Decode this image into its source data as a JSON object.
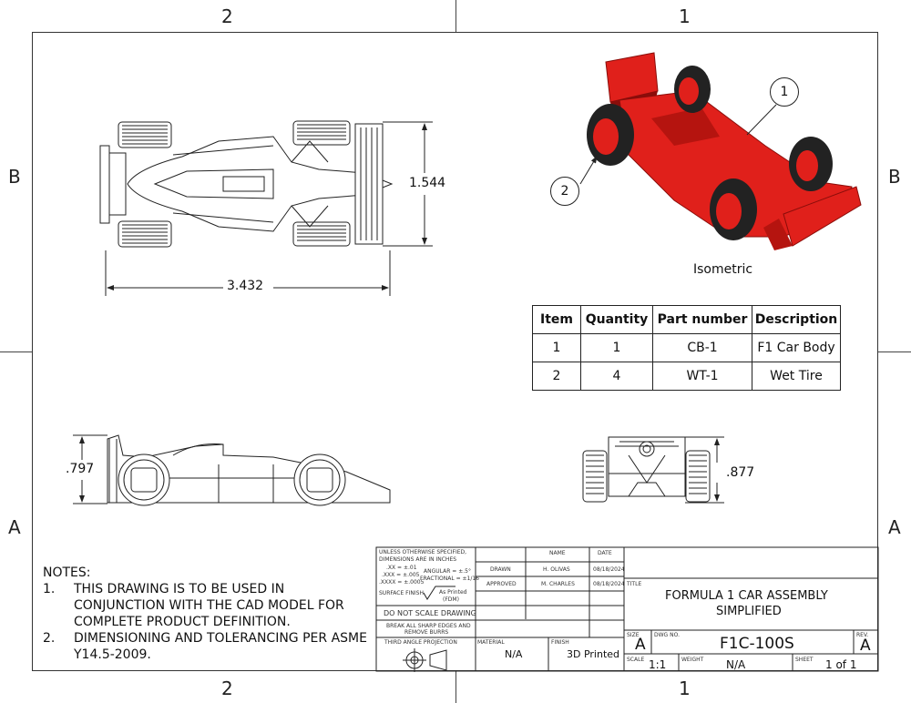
{
  "zones": {
    "top_left": "2",
    "top_right": "1",
    "bottom_left": "2",
    "bottom_right": "1",
    "left_upper": "B",
    "left_lower": "A",
    "right_upper": "B",
    "right_lower": "A"
  },
  "views": {
    "top_width": "3.432",
    "top_height": "1.544",
    "side_height": ".797",
    "front_height": ".877",
    "iso_label": "Isometric",
    "balloon_1": "1",
    "balloon_2": "2"
  },
  "bom": {
    "headers": [
      "Item",
      "Quantity",
      "Part number",
      "Description"
    ],
    "rows": [
      [
        "1",
        "1",
        "CB-1",
        "F1 Car Body"
      ],
      [
        "2",
        "4",
        "WT-1",
        "Wet Tire"
      ]
    ]
  },
  "notes": {
    "title": "NOTES:",
    "items": [
      {
        "num": "1.",
        "text": "THIS DRAWING IS TO BE USED IN CONJUNCTION WITH THE CAD MODEL FOR COMPLETE PRODUCT DEFINITION."
      },
      {
        "num": "2.",
        "text": "DIMENSIONING AND TOLERANCING PER ASME Y14.5-2009."
      }
    ]
  },
  "title_block": {
    "unless": "UNLESS OTHERWISE SPECIFIED,",
    "dims_in": "DIMENSIONS ARE IN INCHES",
    "tol1": ".XX = ±.01",
    "tol2": ".XXX = ±.005",
    "tol3": ".XXXX = ±.0005",
    "angular": "ANGULAR = ±.5°",
    "fractional": "FRACTIONAL = ±1/16",
    "surface": "SURFACE FINISH",
    "as_printed": "As Printed",
    "fdm": "(FDM)",
    "do_not_scale": "DO NOT SCALE DRAWING",
    "break_edges": "BREAK ALL SHARP EDGES AND",
    "remove_burrs": "REMOVE BURRS",
    "third_angle": "THIRD ANGLE PROJECTION",
    "name_hdr": "NAME",
    "date_hdr": "DATE",
    "drawn": "DRAWN",
    "drawn_name": "H. OLIVAS",
    "drawn_date": "08/18/2024",
    "approved": "APPROVED",
    "approved_name": "M. CHARLES",
    "approved_date": "08/18/2024",
    "title_hdr": "TITLE",
    "title_line1": "FORMULA 1 CAR ASSEMBLY",
    "title_line2": "SIMPLIFIED",
    "material_hdr": "MATERIAL",
    "material": "N/A",
    "finish_hdr": "FINISH",
    "finish": "3D Printed",
    "size_hdr": "SIZE",
    "size": "A",
    "dwg_hdr": "DWG NO.",
    "dwg": "F1C-100S",
    "rev_hdr": "REV.",
    "rev": "A",
    "scale_hdr": "SCALE",
    "scale": "1:1",
    "weight_hdr": "WEIGHT",
    "weight": "N/A",
    "sheet_hdr": "SHEET",
    "sheet": "1 of 1"
  },
  "colors": {
    "line": "#222222",
    "car_red": "#e0201b",
    "car_dark": "#8a0d0a",
    "tire": "#222222"
  }
}
